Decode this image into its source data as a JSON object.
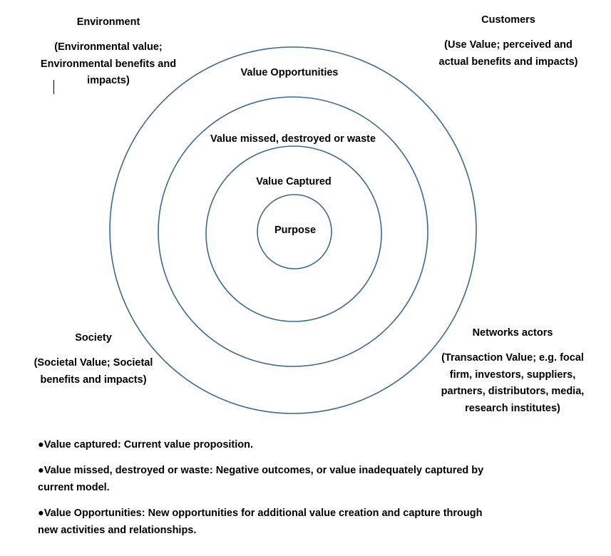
{
  "rings": {
    "outer_label": "Value Opportunities",
    "second_label": "Value missed, destroyed or waste",
    "third_label": "Value Captured",
    "center_label": "Purpose"
  },
  "stakeholders": {
    "environment": {
      "title": "Environment",
      "desc_lines": [
        "(Environmental value;",
        "Environmental benefits and",
        "impacts)"
      ]
    },
    "customers": {
      "title": "Customers",
      "desc_lines": [
        "(Use Value; perceived and",
        "actual benefits and impacts)"
      ]
    },
    "society": {
      "title": "Society",
      "desc_lines": [
        "(Societal Value; Societal",
        "benefits and impacts)"
      ]
    },
    "networks": {
      "title": "Networks actors",
      "desc_lines": [
        "(Transaction Value; e.g. focal",
        "firm, investors, suppliers,",
        "partners, distributors, media,",
        "research institutes)"
      ]
    }
  },
  "notes": [
    {
      "lines": [
        "●Value captured: Current value proposition."
      ]
    },
    {
      "lines": [
        "●Value missed, destroyed or waste: Negative outcomes, or value inadequately captured by",
        "current model."
      ]
    },
    {
      "lines": [
        "●Value Opportunities: New opportunities for additional value creation and capture through",
        "new activities and relationships."
      ]
    }
  ],
  "colors": {
    "ring_stroke": "#3d6a91",
    "text": "#000000",
    "background": "#ffffff"
  }
}
